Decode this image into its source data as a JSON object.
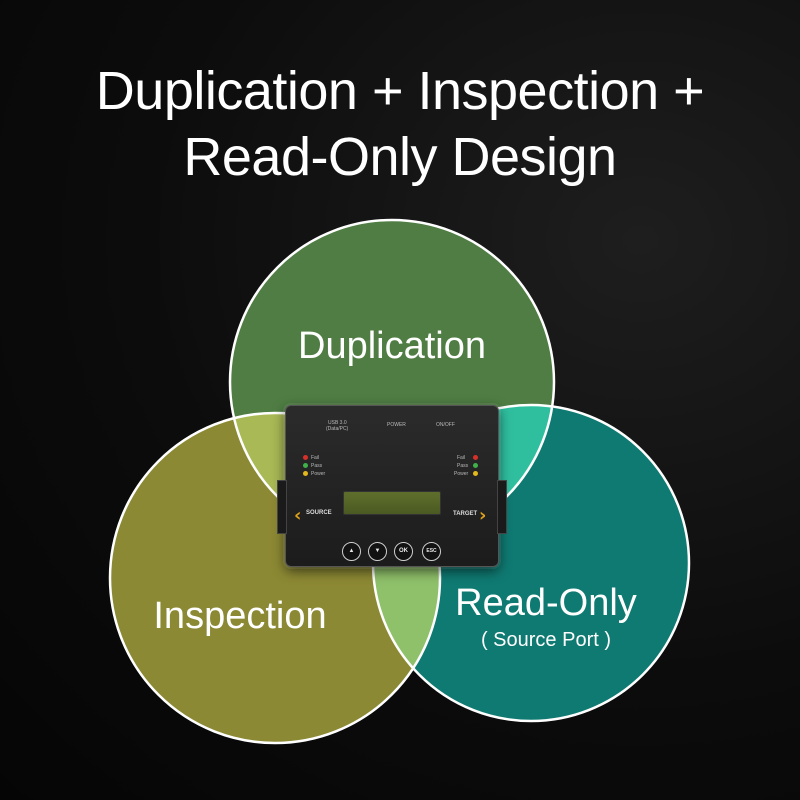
{
  "header": {
    "title_line1": "Duplication + Inspection +",
    "title_line2": "Read-Only Design"
  },
  "venn": {
    "circles": [
      {
        "label": "Duplication",
        "color": "#4f7d43"
      },
      {
        "label": "Inspection",
        "color": "#8c8934"
      },
      {
        "label": "Read-Only",
        "sublabel": "( Source Port )",
        "color": "#0f7a72"
      }
    ],
    "overlap_colors": {
      "duplication_inspection": "#a9b955",
      "duplication_readonly": "#2fbf9f",
      "inspection_readonly": "#8fc06a",
      "center": "#fff9a8"
    }
  },
  "device": {
    "usb_label": "USB 3.0",
    "usb_sublabel": "(Data/PC)",
    "power_label": "POWER",
    "onoff_label": "ON/OFF",
    "left_status": [
      "Fail",
      "Pass",
      "Power"
    ],
    "right_status": [
      "Fail",
      "Pass",
      "Power"
    ],
    "source_label": "SOURCE",
    "target_label": "TARGET",
    "buttons": [
      {
        "label": "▲",
        "icon": "up-arrow-icon"
      },
      {
        "label": "▼",
        "icon": "down-arrow-icon"
      },
      {
        "label": "OK",
        "icon": "ok-icon"
      },
      {
        "label": "ESC",
        "icon": "esc-icon"
      }
    ],
    "led_colors": {
      "fail": "#d6302b",
      "pass": "#3fb04a",
      "power": "#e3b81c"
    }
  }
}
